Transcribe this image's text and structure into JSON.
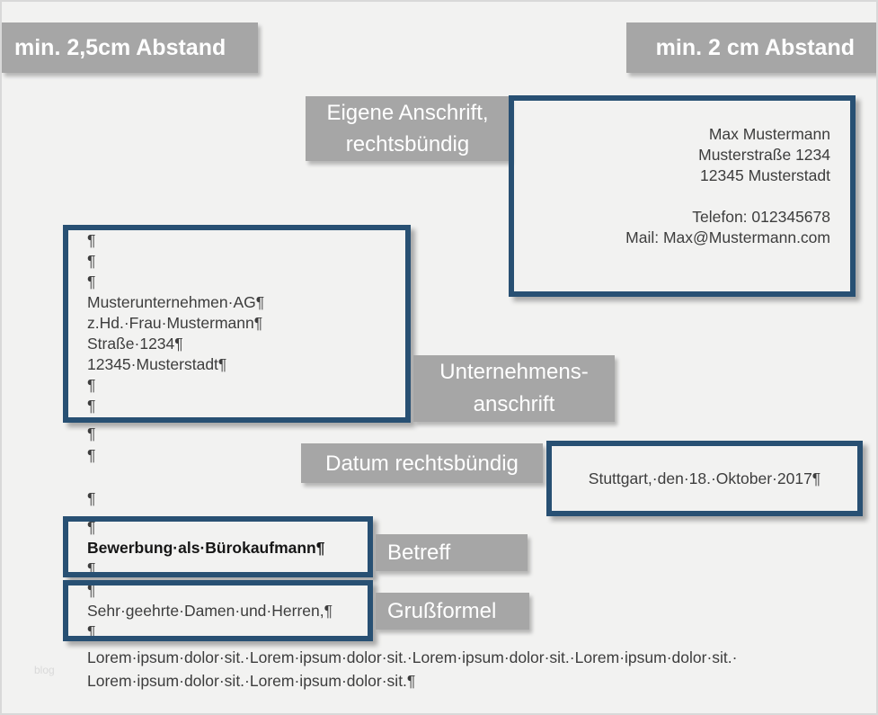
{
  "colors": {
    "page_bg": "#f2f2f1",
    "label_bg": "#a6a6a6",
    "label_text": "#ffffff",
    "highlight_border": "#285073",
    "letter_text": "#3d3d3d"
  },
  "margin_labels": {
    "top_left": "min. 2,5cm Abstand",
    "top_right": "min. 2 cm Abstand"
  },
  "callouts": {
    "own_address_line1": "Eigene Anschrift,",
    "own_address_line2": "rechtsbündig",
    "company_line1": "Unternehmens-",
    "company_line2": "anschrift",
    "date": "Datum rechtsbündig",
    "subject": "Betreff",
    "salutation": "Grußformel"
  },
  "letter": {
    "own_address": [
      "Max Mustermann",
      "Musterstraße 1234",
      "12345 Musterstadt",
      "Telefon: 012345678",
      "Mail: Max@Mustermann.com"
    ],
    "company_block": [
      "¶",
      "¶",
      "¶",
      "Musterunternehmen·AG¶",
      "z.Hd.·Frau·Mustermann¶",
      "Straße·1234¶",
      "12345·Musterstadt¶",
      "¶",
      "¶"
    ],
    "after_company_marks": [
      "¶",
      "¶"
    ],
    "before_subject_mark": "¶",
    "date_line": "Stuttgart,·den·18.·Oktober·2017¶",
    "subject_block": {
      "before": "¶",
      "text": "Bewerbung·als·Bürokaufmann¶",
      "after": "¶"
    },
    "salutation_block": {
      "before": "¶",
      "text": "Sehr·geehrte·Damen·und·Herren,¶",
      "after": "¶"
    },
    "body": [
      "Lorem·ipsum·dolor·sit.·Lorem·ipsum·dolor·sit.·Lorem·ipsum·dolor·sit.·Lorem·ipsum·dolor·sit.·",
      "Lorem·ipsum·dolor·sit.·Lorem·ipsum·dolor·sit.¶"
    ]
  },
  "watermark": "blog"
}
